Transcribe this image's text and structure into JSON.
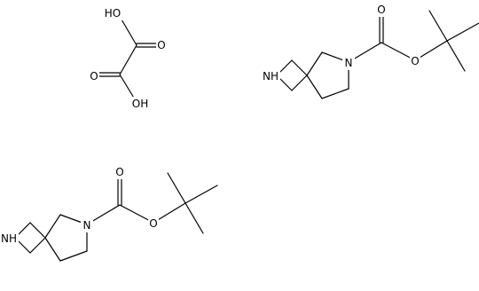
{
  "figure": {
    "colors": {
      "bond": "#000000",
      "text": "#000000",
      "background": "#ffffff"
    },
    "oxalic_acid": {
      "labels": {
        "oh_top": "HO",
        "o_top": "O",
        "o_bottom": "O",
        "oh_bottom": "OH"
      }
    },
    "molecule_1": {
      "labels": {
        "nh": "NH",
        "n": "N",
        "o_carbonyl": "O",
        "o_ester": "O"
      }
    },
    "molecule_2": {
      "labels": {
        "nh": "NH",
        "n": "N",
        "o_carbonyl": "O",
        "o_ester": "O"
      }
    }
  }
}
